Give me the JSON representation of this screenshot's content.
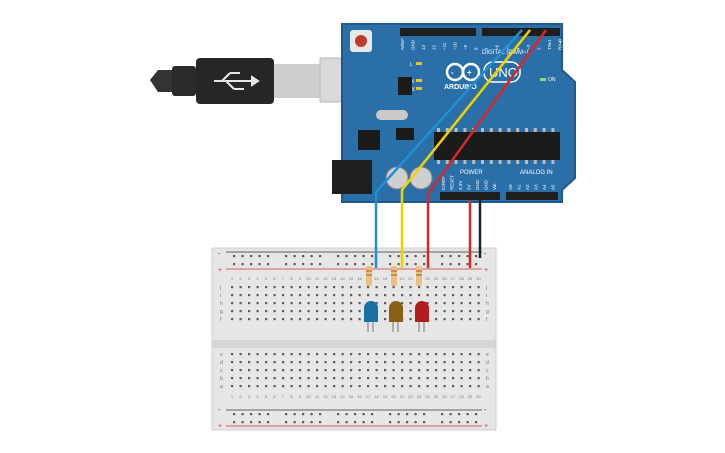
{
  "board": {
    "brand": "ARDUINO",
    "model": "UNO",
    "digital_title": "DIGITAL (PWM~)",
    "power_title": "POWER",
    "analog_title": "ANALOG IN",
    "aref": "AREF",
    "gnd": "GND",
    "tx_label": "TX",
    "rx_label": "RX",
    "l_label": "L",
    "on_label": "ON",
    "tx_pin": "TX▸1",
    "rx_pin": "RX◂0",
    "digital_pins": [
      "13",
      "12",
      "~11",
      "~10",
      "~9",
      "8",
      "7",
      "~6",
      "~5",
      "4",
      "~3",
      "2"
    ],
    "power_pins": [
      "IOREF",
      "RESET",
      "3.3V",
      "5V",
      "GND",
      "GND",
      "Vin"
    ],
    "analog_pins": [
      "A0",
      "A1",
      "A2",
      "A3",
      "A4",
      "A5"
    ],
    "colors": {
      "pcb": "#2a6fa8",
      "pcb_dark": "#1f5a8c",
      "header": "#1e1e1e",
      "reset_button": "#c0392b"
    }
  },
  "usb": {
    "icon": "usb-icon",
    "colors": {
      "plug": "#2b2b2b",
      "metal": "#d9d9d9"
    }
  },
  "breadboard": {
    "column_numbers": [
      "1",
      "2",
      "3",
      "4",
      "5",
      "6",
      "7",
      "8",
      "9",
      "10",
      "11",
      "12",
      "13",
      "14",
      "15",
      "16",
      "17",
      "18",
      "19",
      "20",
      "21",
      "22",
      "23",
      "24",
      "25",
      "26",
      "27",
      "28",
      "29",
      "30"
    ],
    "top_row_letters": [
      "j",
      "i",
      "h",
      "g",
      "f"
    ],
    "bottom_row_letters": [
      "e",
      "d",
      "c",
      "b",
      "a"
    ],
    "rail_minus": "-",
    "rail_plus": "+",
    "colors": {
      "body": "#e6e6e6",
      "hole": "#5b5b5b",
      "rail_red": "#d32f2f",
      "rail_black": "#333333"
    }
  },
  "components": {
    "leds": [
      {
        "name": "led-blue",
        "color": "#1a6fa3"
      },
      {
        "name": "led-yellow",
        "color": "#8a6114"
      },
      {
        "name": "led-red",
        "color": "#b01e1e"
      }
    ],
    "resistor_color": "#e8c27a"
  },
  "wires": {
    "blue": "#1e90d6",
    "yellow": "#f5d000",
    "red": "#d62828",
    "black": "#222222"
  }
}
